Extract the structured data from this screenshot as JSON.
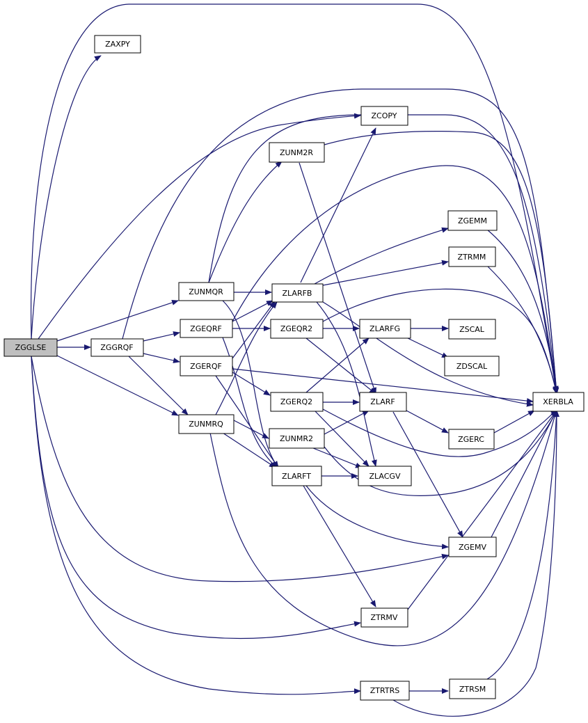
{
  "colors": {
    "edge": "#191970",
    "node_border": "#000000",
    "root_fill": "#bfbfbf",
    "node_fill": "#ffffff"
  },
  "nodes": {
    "ZGGLSE": "ZGGLSE",
    "ZAXPY": "ZAXPY",
    "ZCOPY": "ZCOPY",
    "ZUNM2R": "ZUNM2R",
    "ZGEMM": "ZGEMM",
    "ZTRMM": "ZTRMM",
    "ZUNMQR": "ZUNMQR",
    "ZLARFB": "ZLARFB",
    "ZGEQRF": "ZGEQRF",
    "ZGEQR2": "ZGEQR2",
    "ZLARFG": "ZLARFG",
    "ZSCAL": "ZSCAL",
    "ZGGRQF": "ZGGRQF",
    "ZGERQF": "ZGERQF",
    "ZDSCAL": "ZDSCAL",
    "ZGERQ2": "ZGERQ2",
    "ZLARF": "ZLARF",
    "XERBLA": "XERBLA",
    "ZUNMRQ": "ZUNMRQ",
    "ZUNMR2": "ZUNMR2",
    "ZGERC": "ZGERC",
    "ZLARFT": "ZLARFT",
    "ZLACGV": "ZLACGV",
    "ZGEMV": "ZGEMV",
    "ZTRMV": "ZTRMV",
    "ZTRTRS": "ZTRTRS",
    "ZTRSM": "ZTRSM"
  },
  "edges": [
    [
      "ZGGLSE",
      "ZAXPY"
    ],
    [
      "ZGGLSE",
      "ZCOPY"
    ],
    [
      "ZGGLSE",
      "ZGGRQF"
    ],
    [
      "ZGGLSE",
      "ZUNMQR"
    ],
    [
      "ZGGLSE",
      "ZUNMRQ"
    ],
    [
      "ZGGLSE",
      "ZGEMV"
    ],
    [
      "ZGGLSE",
      "ZTRMV"
    ],
    [
      "ZGGLSE",
      "ZTRTRS"
    ],
    [
      "ZGGLSE",
      "XERBLA"
    ],
    [
      "ZGGRQF",
      "ZGEQRF"
    ],
    [
      "ZGGRQF",
      "ZGERQF"
    ],
    [
      "ZGGRQF",
      "ZUNMRQ"
    ],
    [
      "ZGGRQF",
      "XERBLA"
    ],
    [
      "ZUNMQR",
      "ZUNM2R"
    ],
    [
      "ZUNMQR",
      "ZLARFB"
    ],
    [
      "ZUNMQR",
      "ZLARFT"
    ],
    [
      "ZUNMQR",
      "XERBLA"
    ],
    [
      "ZGEQRF",
      "ZGEQR2"
    ],
    [
      "ZGEQRF",
      "ZLARFB"
    ],
    [
      "ZGEQRF",
      "ZLARFT"
    ],
    [
      "ZGEQRF",
      "XERBLA"
    ],
    [
      "ZGERQF",
      "ZGERQ2"
    ],
    [
      "ZGERQF",
      "ZLARFB"
    ],
    [
      "ZGERQF",
      "ZLARFT"
    ],
    [
      "ZGERQF",
      "XERBLA"
    ],
    [
      "ZUNMRQ",
      "ZUNMR2"
    ],
    [
      "ZUNMRQ",
      "ZLARFB"
    ],
    [
      "ZUNMRQ",
      "ZLARFT"
    ],
    [
      "ZUNMRQ",
      "XERBLA"
    ],
    [
      "ZUNM2R",
      "ZLARF"
    ],
    [
      "ZUNM2R",
      "XERBLA"
    ],
    [
      "ZLARFB",
      "ZCOPY"
    ],
    [
      "ZLARFB",
      "ZGEMM"
    ],
    [
      "ZLARFB",
      "ZTRMM"
    ],
    [
      "ZLARFB",
      "ZLACGV"
    ],
    [
      "ZLARFB",
      "XERBLA"
    ],
    [
      "ZGEQR2",
      "ZLARFG"
    ],
    [
      "ZGEQR2",
      "ZLARF"
    ],
    [
      "ZGEQR2",
      "XERBLA"
    ],
    [
      "ZGERQ2",
      "ZLARFG"
    ],
    [
      "ZGERQ2",
      "ZLARF"
    ],
    [
      "ZGERQ2",
      "ZLACGV"
    ],
    [
      "ZGERQ2",
      "XERBLA"
    ],
    [
      "ZUNMR2",
      "ZLARF"
    ],
    [
      "ZUNMR2",
      "ZLACGV"
    ],
    [
      "ZUNMR2",
      "XERBLA"
    ],
    [
      "ZLARFT",
      "ZLACGV"
    ],
    [
      "ZLARFT",
      "ZGEMV"
    ],
    [
      "ZLARFT",
      "ZTRMV"
    ],
    [
      "ZLARFG",
      "ZSCAL"
    ],
    [
      "ZLARFG",
      "ZDSCAL"
    ],
    [
      "ZLARF",
      "ZGERC"
    ],
    [
      "ZLARF",
      "ZGEMV"
    ],
    [
      "ZGEMM",
      "XERBLA"
    ],
    [
      "ZTRMM",
      "XERBLA"
    ],
    [
      "ZGERC",
      "XERBLA"
    ],
    [
      "ZGEMV",
      "XERBLA"
    ],
    [
      "ZTRMV",
      "XERBLA"
    ],
    [
      "ZTRTRS",
      "ZTRSM"
    ],
    [
      "ZTRTRS",
      "XERBLA"
    ],
    [
      "ZTRSM",
      "XERBLA"
    ]
  ]
}
